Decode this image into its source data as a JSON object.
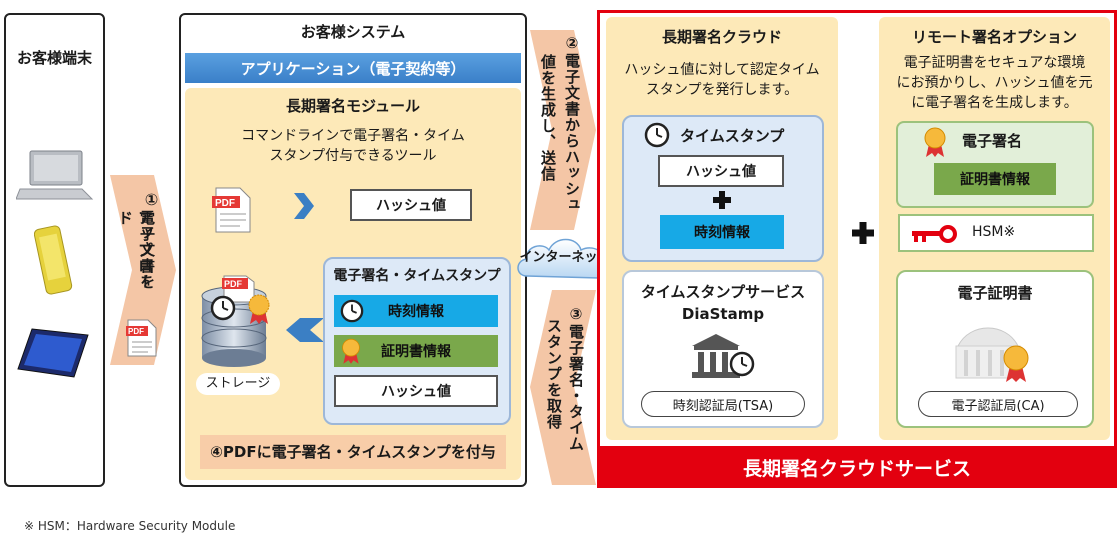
{
  "client": {
    "title": "お客様端末"
  },
  "arrow1": {
    "lines": [
      "①",
      "電子文書を",
      "アップロード"
    ]
  },
  "system": {
    "title": "お客様システム",
    "app_bar": "アプリケーション（電子契約等）",
    "module_title": "長期署名モジュール",
    "module_desc": [
      "コマンドラインで電子署名・タイム",
      "スタンプ付与できるツール"
    ],
    "hash_label": "ハッシュ値",
    "storage_label": "ストレージ",
    "sig_panel_title": "電子署名・タイムスタンプ",
    "sig_time": "時刻情報",
    "sig_cert": "証明書情報",
    "sig_hash": "ハッシュ値",
    "step4": "④PDFに電子署名・タイムスタンプを付与"
  },
  "arrow2": {
    "col1": "②電子文書からハッシュ",
    "col2": "値を生成し、送信"
  },
  "internet": "インターネット",
  "arrow3": {
    "col1": "③電子署名・タイム",
    "col2": "スタンプを取得"
  },
  "cloud": {
    "service_title": "長期署名クラウドサービス",
    "ltsc_title": "長期署名クラウド",
    "ltsc_desc": [
      "ハッシュ値に対して認定タイム",
      "スタンプを発行します。"
    ],
    "ts_title": "タイムスタンプ",
    "ts_hash": "ハッシュ値",
    "ts_time": "時刻情報",
    "tss_title": [
      "タイムスタンプサービス",
      "DiaStamp"
    ],
    "tsa": "時刻認証局(TSA)",
    "remote_title": "リモート署名オプション",
    "remote_desc": [
      "電子証明書をセキュアな環境",
      "にお預かりし、ハッシュ値を元",
      "に電子署名を生成します。"
    ],
    "esig_title": "電子署名",
    "esig_cert": "証明書情報",
    "hsm": "HSM※",
    "ecert_title": "電子証明書",
    "ca": "電子認証局(CA)"
  },
  "footnote": "※ HSM：Hardware Security Module",
  "colors": {
    "accent_red": "#e3000f",
    "beige": "#fde9b8",
    "cyan": "#17a9e6",
    "green": "#7aa84b",
    "arrow": "#f4c6a6"
  },
  "icons": [
    "laptop-icon",
    "smartphone-icon",
    "tablet-icon",
    "pdf-icon",
    "chevron-right-icon",
    "database-icon",
    "clock-icon",
    "medal-icon",
    "cloud-icon",
    "plus-icon",
    "key-icon",
    "bank-building-icon"
  ]
}
